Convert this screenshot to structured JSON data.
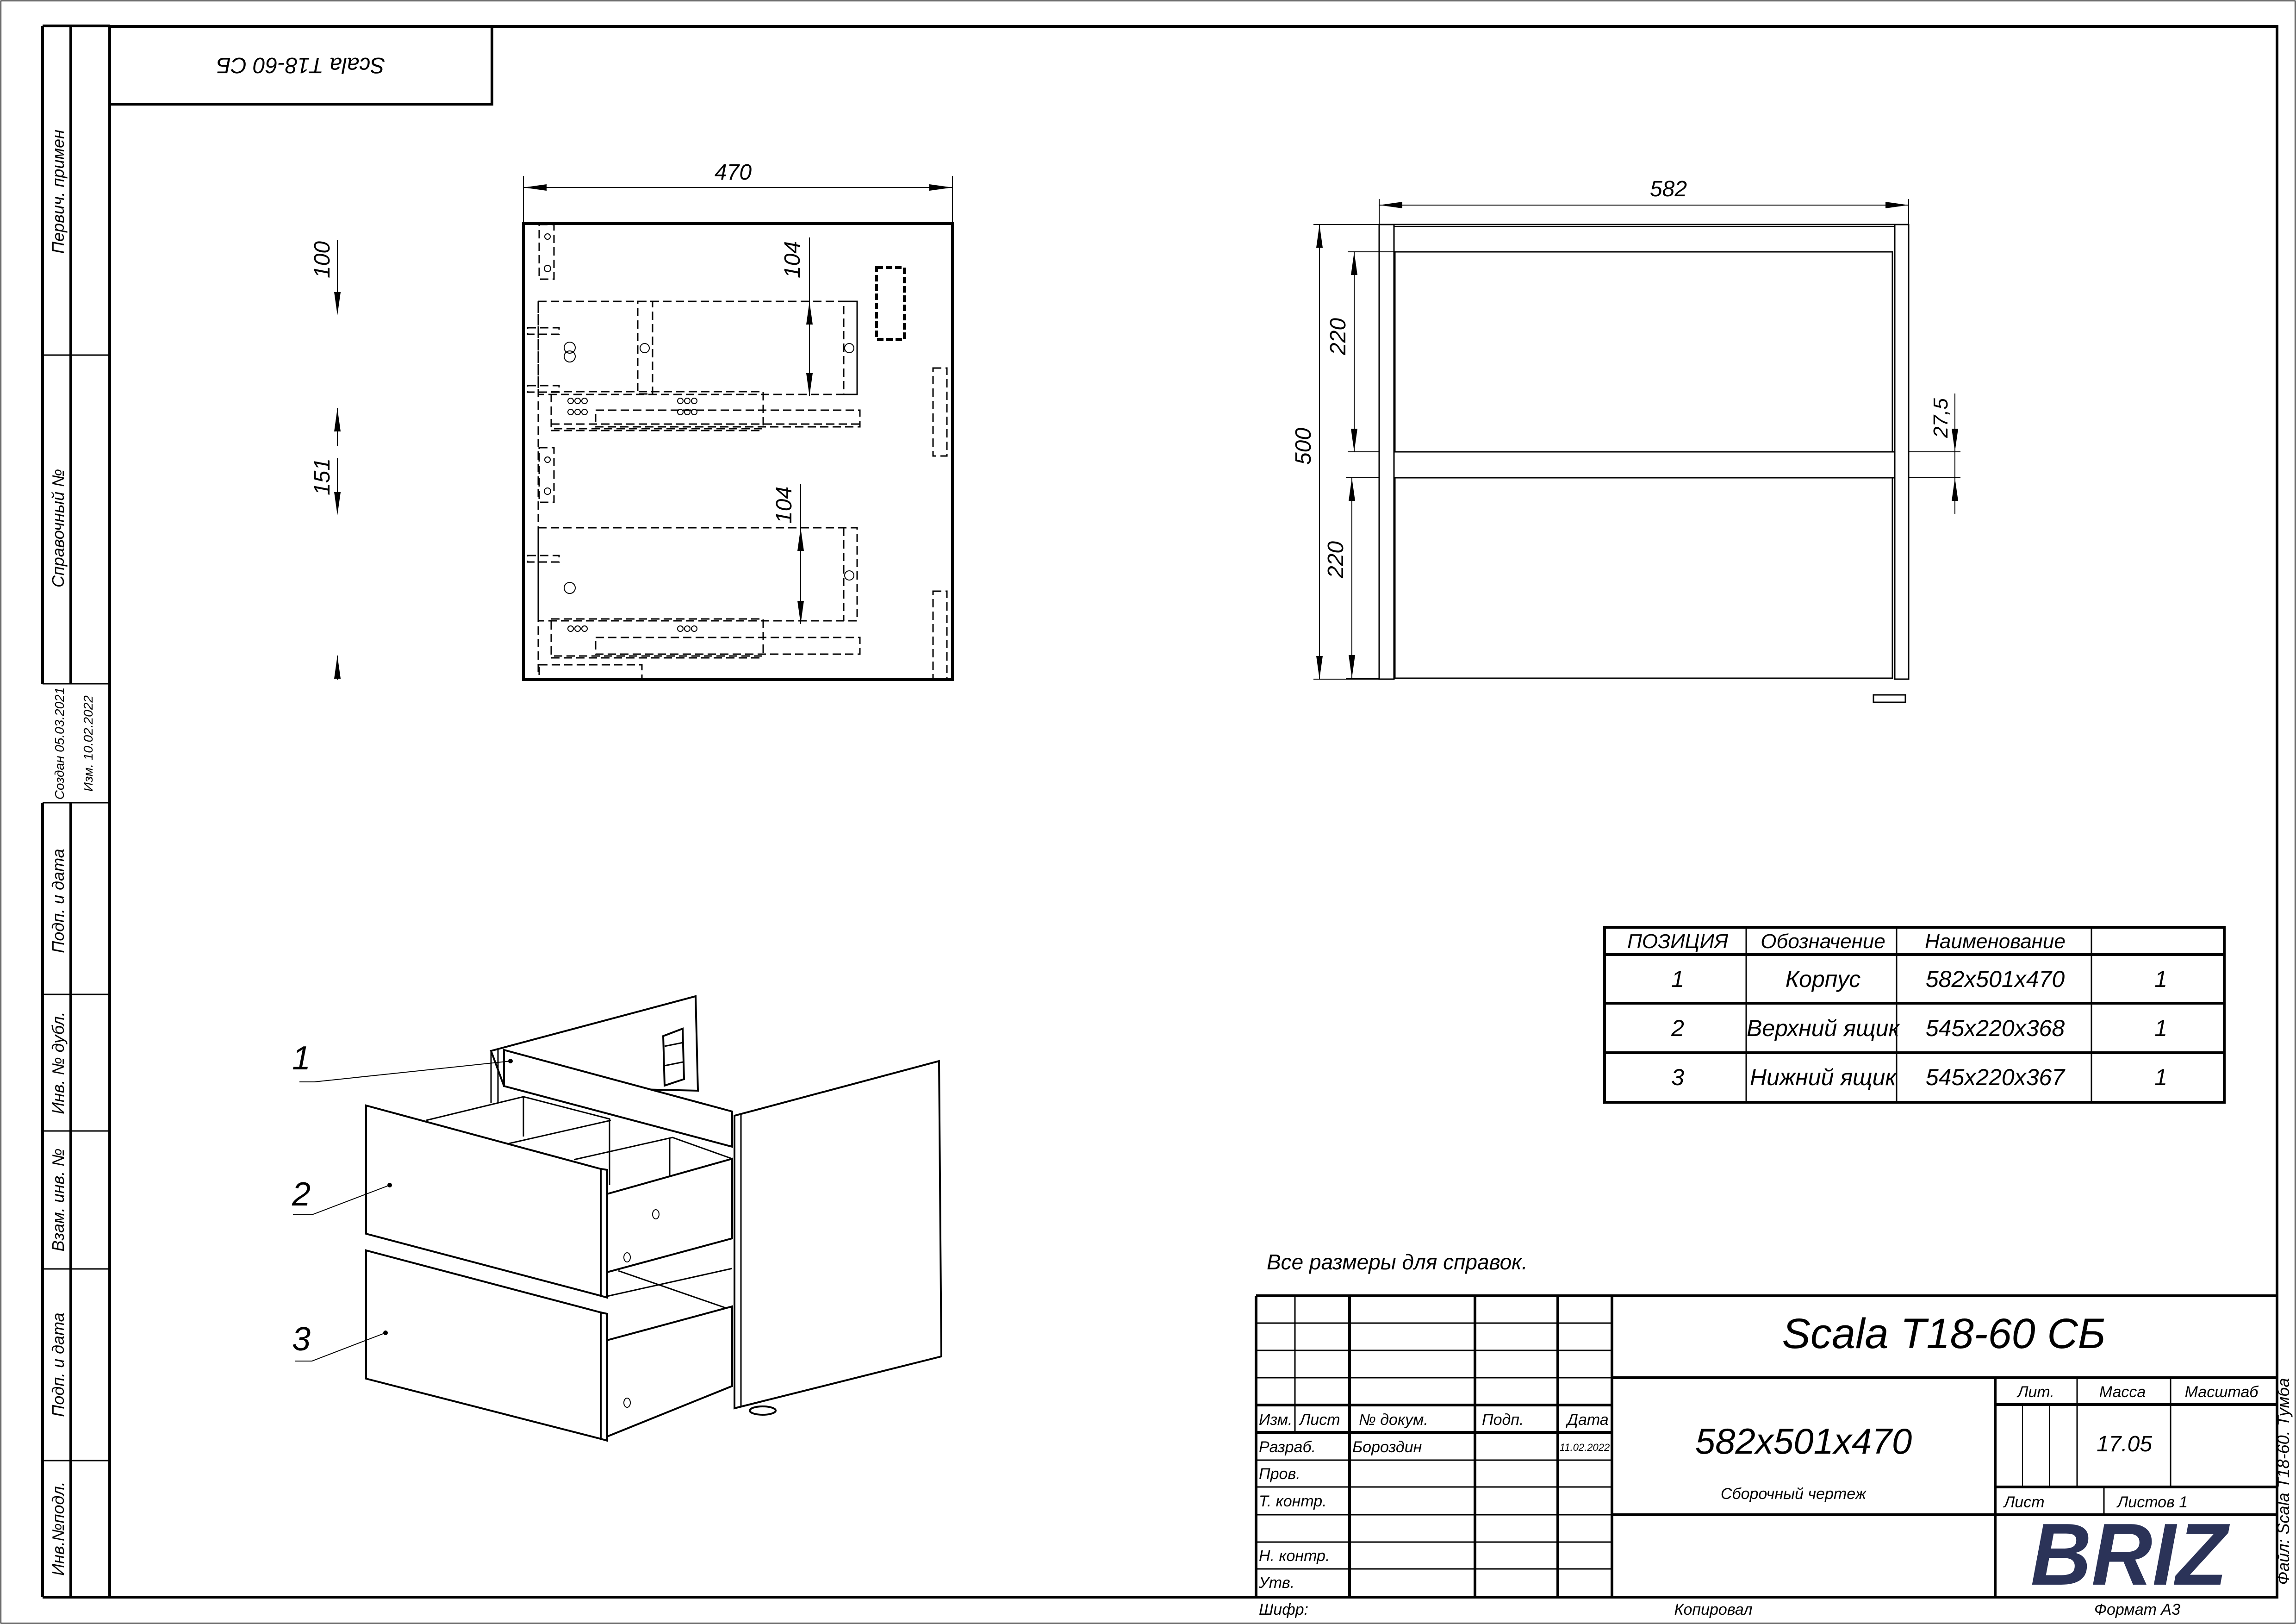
{
  "stamp_corner": {
    "label": "Scala T18-60 СБ"
  },
  "left_strip": {
    "labels": [
      "Первич. примен",
      "Справочный №",
      "Подп. и дата",
      "Инв. № дубл.",
      "Взам. инв. №",
      "Подп. и дата",
      "Инв.№подл."
    ],
    "created": "Создан  05.03.2021",
    "modified": "Изм.   10.02.2022"
  },
  "side_view": {
    "width_dim": "470",
    "dim_100": "100",
    "dim_151": "151",
    "dim_104_upper": "104",
    "dim_104_lower": "104"
  },
  "front_view": {
    "width_dim": "582",
    "height_dim": "500",
    "upper_dim": "220",
    "lower_dim": "220",
    "gap_dim": "27,5"
  },
  "iso_view": {
    "callouts": [
      "1",
      "2",
      "3"
    ]
  },
  "note": "Все размеры для справок.",
  "spec_table": {
    "headers": [
      "ПОЗИЦИЯ",
      "Обозначение",
      "Наименование",
      ""
    ],
    "rows": [
      [
        "1",
        "Корпус",
        "582x501x470",
        "1"
      ],
      [
        "2",
        "Верхний ящик",
        "545x220x368",
        "1"
      ],
      [
        "3",
        "Нижний ящик",
        "545x220x367",
        "1"
      ]
    ]
  },
  "title_block": {
    "designation": "Scala T18-60 СБ",
    "dimensions": "582x501x470",
    "doc_type": "Сборочный чертеж",
    "col_headers": [
      "Изм.",
      "Лист",
      "№ докум.",
      "Подп.",
      "Дата"
    ],
    "roles": [
      "Разраб.",
      "Пров.",
      "Т. контр.",
      "Н. контр.",
      "Утв."
    ],
    "developer": "Бороздин",
    "date": "11.02.2022",
    "lit_label": "Лит.",
    "mass_label": "Масса",
    "scale_label": "Масштаб",
    "mass_value": "17.05",
    "sheet_label": "Лист",
    "sheets_label": "Листов 1",
    "logo": "BRIZ",
    "logo_color": "#2b3358",
    "cipher": "Шифр:",
    "copied": "Копировал",
    "format": "Формат А3",
    "file_label": "Файл: Scala T18-60. Тумба"
  }
}
